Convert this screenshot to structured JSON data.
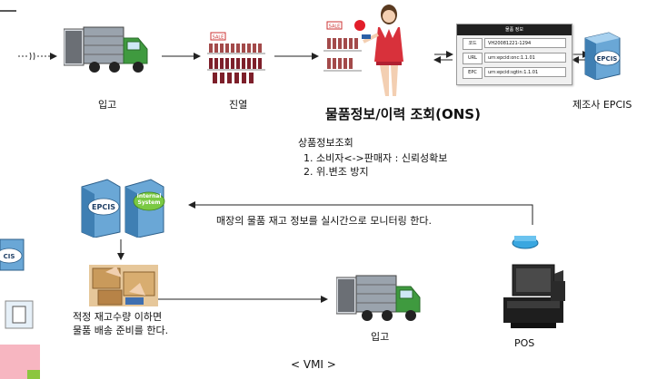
{
  "steps": {
    "receiving_top": "입고",
    "display": "진열",
    "ons_title": "물품정보/이력 조회(ONS)",
    "manufacturer": "제조사 EPCIS"
  },
  "product_lookup": {
    "heading": "상품정보조회",
    "item1": "1. 소비자<->판매자 : 신뢰성확보",
    "item2": "2. 위.변조 방지"
  },
  "info_table": {
    "header": "물품 정보",
    "rows": [
      {
        "key": "코드",
        "value": "VH20081221-1294"
      },
      {
        "key": "URL",
        "value": "urn:epcid:onc:1.1.01"
      },
      {
        "key": "EPC",
        "value": "urn:epcid:sgtin:1.1.01"
      }
    ]
  },
  "monitoring_text": "매장의 물품 재고 정보를 실시간으로 모니터링 한다.",
  "restock": {
    "line1": "적정 재고수량 이하면",
    "line2": "물품 배송 준비를 한다."
  },
  "receiving_bottom": "입고",
  "pos_label": "POS",
  "vmi_label": "< VMI >",
  "icons": {
    "epcis_top_right": "EPCIS",
    "epcis_left": "EPCIS",
    "internal_system": "Internal System",
    "left_edge_epcis": "CIS",
    "sale_sign": "SALE"
  }
}
